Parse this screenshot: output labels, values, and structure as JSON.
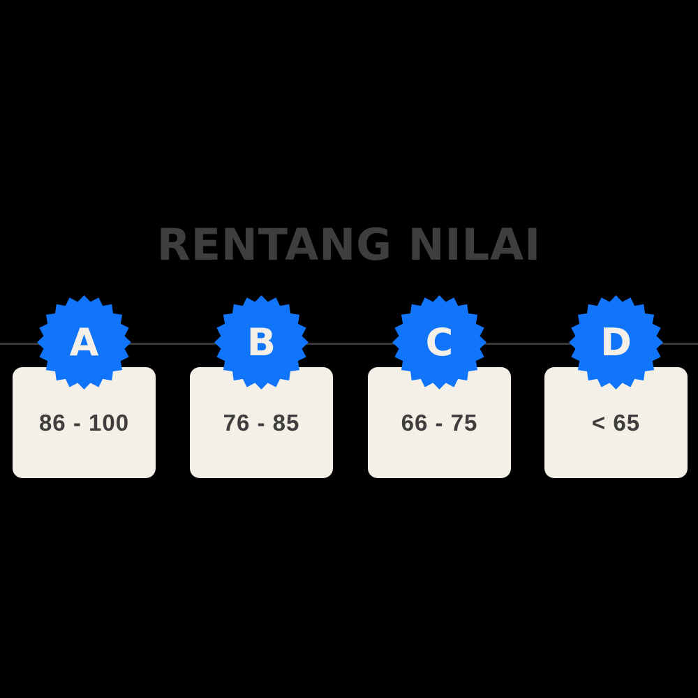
{
  "title": "RENTANG NILAI",
  "colors": {
    "background": "#000000",
    "badge_blue": "#1175fb",
    "card_cream": "#f5f0e7",
    "text_dark": "#3e3e3e",
    "line_gray": "#383838",
    "badge_letter": "#f5f0e7"
  },
  "divider": {
    "style": "horizontal-line-full-width"
  },
  "grades": [
    {
      "grade": "A",
      "range": "86 - 100"
    },
    {
      "grade": "B",
      "range": "76 - 85"
    },
    {
      "grade": "C",
      "range": "66 - 75"
    },
    {
      "grade": "D",
      "range": "< 65"
    }
  ]
}
